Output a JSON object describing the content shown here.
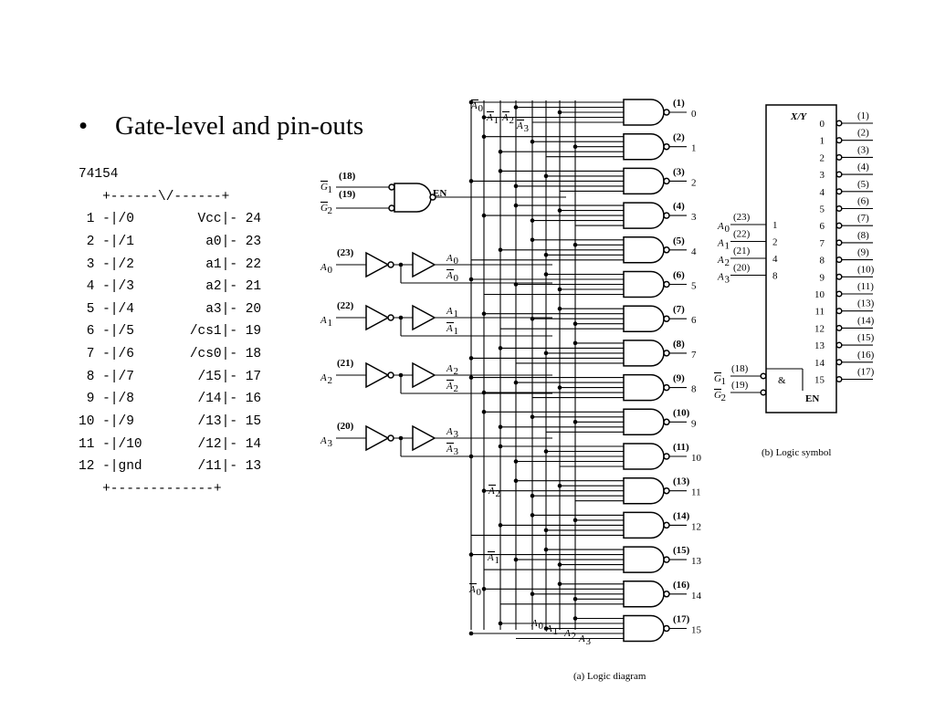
{
  "slide": {
    "bullet": "•",
    "title": "Gate-level and pin-outs"
  },
  "pinout": {
    "lines": [
      "74154",
      "   +------\\/------+",
      " 1 -|/0        Vcc|- 24",
      " 2 -|/1         a0|- 23",
      " 3 -|/2         a1|- 22",
      " 4 -|/3         a2|- 21",
      " 5 -|/4         a3|- 20",
      " 6 -|/5       /cs1|- 19",
      " 7 -|/6       /cs0|- 18",
      " 8 -|/7        /15|- 17",
      " 9 -|/8        /14|- 16",
      "10 -|/9        /13|- 15",
      "11 -|/10       /12|- 14",
      "12 -|gnd       /11|- 13",
      "   +-------------+"
    ]
  },
  "logic_diagram": {
    "caption": "(a) Logic diagram",
    "enable": {
      "pin_g1": "(18)",
      "label_g1": "G",
      "sub_g1": "1",
      "pin_g2": "(19)",
      "label_g2": "G",
      "sub_g2": "2",
      "en_label": "EN"
    },
    "address_inputs": [
      {
        "pin": "(23)",
        "name": "A",
        "sub": "0"
      },
      {
        "pin": "(22)",
        "name": "A",
        "sub": "1"
      },
      {
        "pin": "(21)",
        "name": "A",
        "sub": "2"
      },
      {
        "pin": "(20)",
        "name": "A",
        "sub": "3"
      }
    ],
    "outputs": [
      {
        "pin": "(1)",
        "index": "0"
      },
      {
        "pin": "(2)",
        "index": "1"
      },
      {
        "pin": "(3)",
        "index": "2"
      },
      {
        "pin": "(4)",
        "index": "3"
      },
      {
        "pin": "(5)",
        "index": "4"
      },
      {
        "pin": "(6)",
        "index": "5"
      },
      {
        "pin": "(7)",
        "index": "6"
      },
      {
        "pin": "(8)",
        "index": "7"
      },
      {
        "pin": "(9)",
        "index": "8"
      },
      {
        "pin": "(10)",
        "index": "9"
      },
      {
        "pin": "(11)",
        "index": "10"
      },
      {
        "pin": "(13)",
        "index": "11"
      },
      {
        "pin": "(14)",
        "index": "12"
      },
      {
        "pin": "(15)",
        "index": "13"
      },
      {
        "pin": "(16)",
        "index": "14"
      },
      {
        "pin": "(17)",
        "index": "15"
      }
    ],
    "bus_labels": [
      {
        "name": "A",
        "sub": "0",
        "bar": true
      },
      {
        "name": "A",
        "sub": "1",
        "bar": true
      },
      {
        "name": "A",
        "sub": "2",
        "bar": true
      },
      {
        "name": "A",
        "sub": "3",
        "bar": true
      }
    ],
    "bottom_labels": [
      {
        "name": "A",
        "sub": "0"
      },
      {
        "name": "A",
        "sub": "1"
      },
      {
        "name": "A",
        "sub": "2"
      },
      {
        "name": "A",
        "sub": "3"
      }
    ]
  },
  "logic_symbol": {
    "caption": "(b) Logic symbol",
    "header": "X/Y",
    "inputs": [
      {
        "pin": "(23)",
        "name": "A",
        "sub": "0",
        "weight": "1"
      },
      {
        "pin": "(22)",
        "name": "A",
        "sub": "1",
        "weight": "2"
      },
      {
        "pin": "(21)",
        "name": "A",
        "sub": "2",
        "weight": "4"
      },
      {
        "pin": "(20)",
        "name": "A",
        "sub": "3",
        "weight": "8"
      }
    ],
    "enable": {
      "pin_g1": "(18)",
      "pin_g2": "(19)",
      "g1": "G",
      "g1_sub": "1",
      "g2": "G",
      "g2_sub": "2",
      "and_label": "&",
      "en_label": "EN"
    },
    "outputs": [
      {
        "index": "0",
        "pin": "(1)"
      },
      {
        "index": "1",
        "pin": "(2)"
      },
      {
        "index": "2",
        "pin": "(3)"
      },
      {
        "index": "3",
        "pin": "(4)"
      },
      {
        "index": "4",
        "pin": "(5)"
      },
      {
        "index": "5",
        "pin": "(6)"
      },
      {
        "index": "6",
        "pin": "(7)"
      },
      {
        "index": "7",
        "pin": "(8)"
      },
      {
        "index": "8",
        "pin": "(9)"
      },
      {
        "index": "9",
        "pin": "(10)"
      },
      {
        "index": "10",
        "pin": "(11)"
      },
      {
        "index": "11",
        "pin": "(13)"
      },
      {
        "index": "12",
        "pin": "(14)"
      },
      {
        "index": "13",
        "pin": "(15)"
      },
      {
        "index": "14",
        "pin": "(16)"
      },
      {
        "index": "15",
        "pin": "(17)"
      }
    ]
  }
}
